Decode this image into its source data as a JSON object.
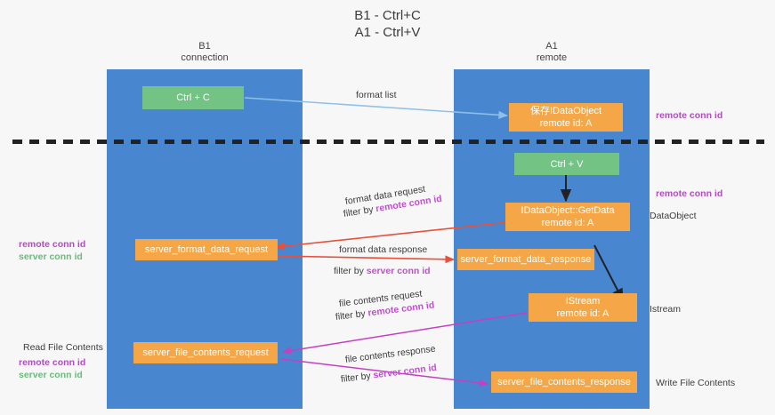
{
  "title": {
    "line1": "B1 - Ctrl+C",
    "line2": "A1 - Ctrl+V"
  },
  "lanes": [
    {
      "id": "b1",
      "line1": "B1",
      "line2": "connection",
      "color": "#4886d0"
    },
    {
      "id": "a1",
      "line1": "A1",
      "line2": "remote",
      "color": "#4886d0"
    }
  ],
  "nodes": {
    "ctrl_c": {
      "label": "Ctrl + C",
      "color": "#73c385"
    },
    "save_idataobject": {
      "line1": "保存IDataObject",
      "line2": "remote id: A",
      "color": "#f5a747"
    },
    "ctrl_v": {
      "label": "Ctrl + V",
      "color": "#73c385"
    },
    "idataobject_getdata": {
      "line1": "IDataObject::GetData",
      "line2": "remote id: A",
      "color": "#f5a747"
    },
    "server_format_data_request": {
      "label": "server_format_data_request",
      "color": "#f5a747"
    },
    "server_format_data_response": {
      "label": "server_format_data_response",
      "color": "#f5a747"
    },
    "istream": {
      "line1": "IStream",
      "line2": "remote id: A",
      "color": "#f5a747"
    },
    "server_file_contents_request": {
      "label": "server_file_contents_request",
      "color": "#f5a747"
    },
    "server_file_contents_response": {
      "label": "server_file_contents_response",
      "color": "#f5a747"
    }
  },
  "edge_labels": {
    "format_list": "format list",
    "format_data_request": "format data request",
    "format_data_request_filter_prefix": "filter by ",
    "format_data_request_filter_key": "remote conn id",
    "format_data_response": "format data response",
    "format_data_response_filter_prefix": "filter by ",
    "format_data_response_filter_key": "server conn id",
    "file_contents_request": "file contents request",
    "file_contents_request_filter_prefix": "filter by ",
    "file_contents_request_filter_key": "remote conn id",
    "file_contents_response": "file contents response",
    "file_contents_response_filter_prefix": "filter by ",
    "file_contents_response_filter_key": "server conn id"
  },
  "annotations": {
    "left": {
      "format_remote_conn_id": "remote conn id",
      "format_server_conn_id": "server conn id",
      "read_file_contents": "Read File Contents",
      "file_remote_conn_id": "remote conn id",
      "file_server_conn_id": "server conn id"
    },
    "right": {
      "top_remote_conn_id": "remote conn id",
      "mid_remote_conn_id": "remote conn id",
      "dataobject": "DataObject",
      "istream": "Istream",
      "write_file_contents": "Write File Contents"
    }
  },
  "colors": {
    "lane": "#4886d0",
    "node_green": "#73c385",
    "node_orange": "#f5a747",
    "purple": "#b04ec0",
    "green_text": "#69bb7b",
    "arrow_blue": "#8fc0ea",
    "arrow_red": "#e8503a",
    "arrow_magenta": "#c63fc0",
    "arrow_black": "#222222",
    "background": "#f7f7f7"
  }
}
